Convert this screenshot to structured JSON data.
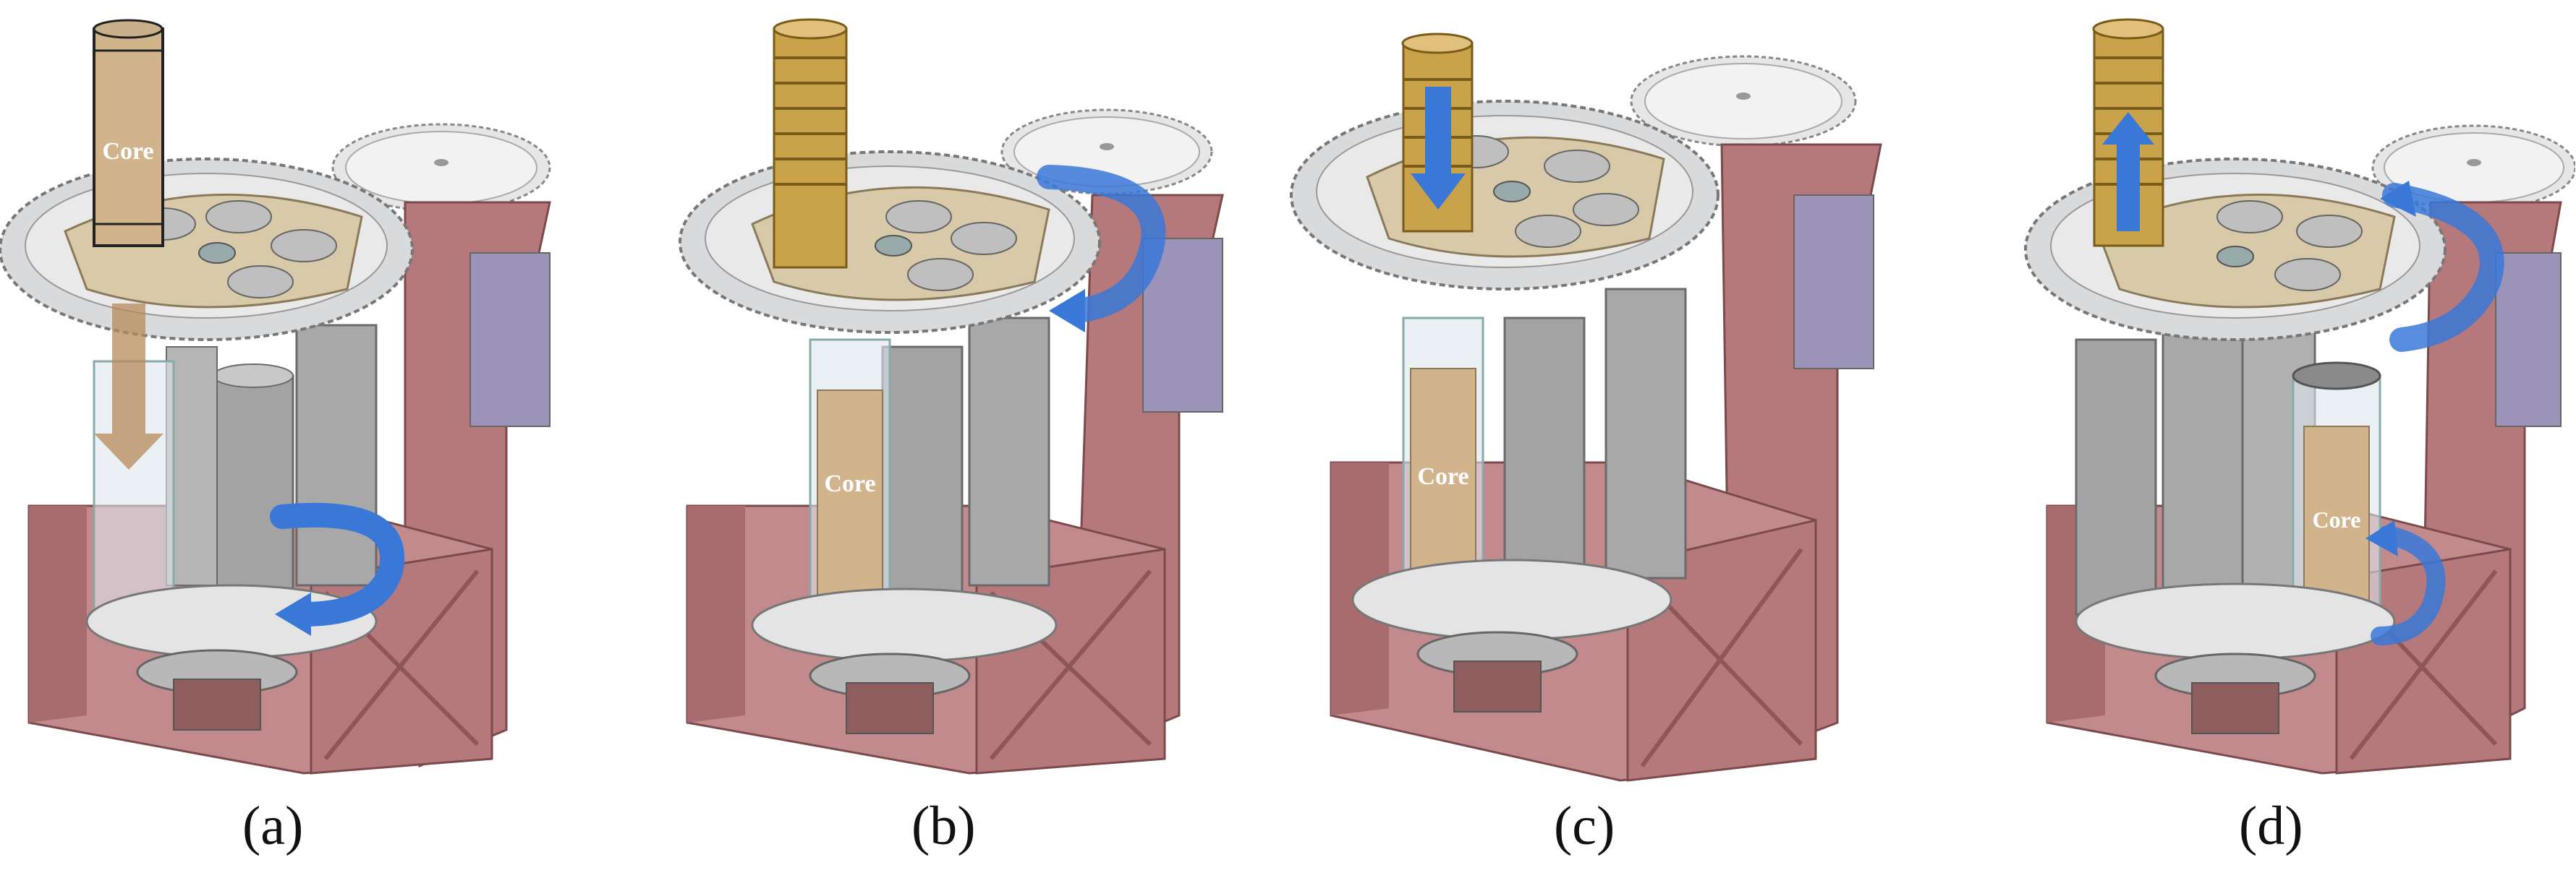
{
  "figure": {
    "panels": [
      {
        "label": "(a)",
        "core_label": "Core"
      },
      {
        "label": "(b)",
        "core_label": "Core"
      },
      {
        "label": "(c)",
        "core_label": "Core"
      },
      {
        "label": "(d)",
        "core_label": "Core"
      }
    ]
  },
  "colors": {
    "frame": "#b5797c",
    "frame_dark": "#8e5658",
    "gear": "#d9dadb",
    "cylinder": "#a3a3a3",
    "core_sand": "#d2b48c",
    "brass": "#c9a24a",
    "arrow_blue": "#3a78d8",
    "motor_purple": "#9c93b8"
  }
}
